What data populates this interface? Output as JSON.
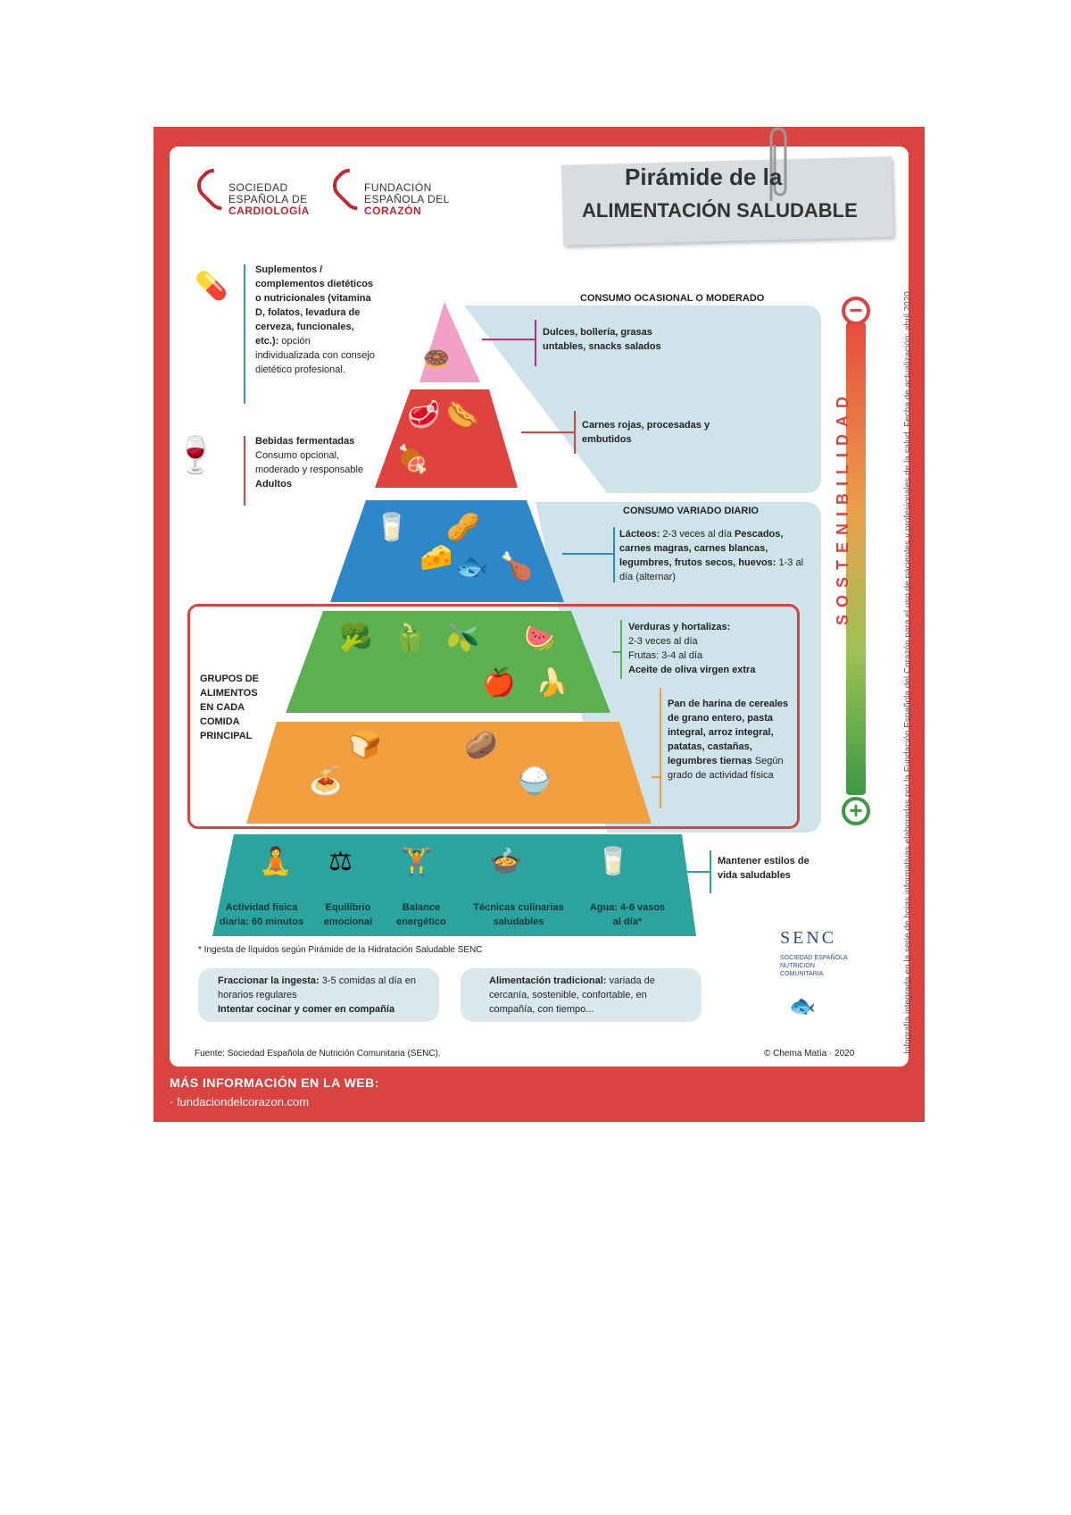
{
  "logos": {
    "sec": {
      "line1": "SOCIEDAD",
      "line2": "ESPAÑOLA DE",
      "line3": "CARDIOLOGÍA"
    },
    "fec": {
      "line1": "FUNDACIÓN",
      "line2": "ESPAÑOLA DEL",
      "line3": "CORAZÓN"
    }
  },
  "title": {
    "line1": "Pirámide de la",
    "line2": "ALIMENTACIÓN SALUDABLE"
  },
  "supplements": {
    "heading": "Suplementos / complementos dietéticos o nutricionales (vitamina D, folatos, levadura de cerveza, funcionales, etc.):",
    "body": "opción individualizada con consejo dietético profesional."
  },
  "fermented": {
    "heading": "Bebidas fermentadas",
    "body": "Consumo opcional, moderado y responsable",
    "adults": "Adultos"
  },
  "occasional": {
    "label": "CONSUMO OCASIONAL O MODERADO",
    "sweets": "Dulces, bollería, grasas untables, snacks salados",
    "meats": "Carnes rojas, procesadas y embutidos"
  },
  "daily": {
    "label": "CONSUMO VARIADO DIARIO",
    "dairy_bold": "Lácteos:",
    "dairy_text": "2-3 veces al día",
    "protein_bold": "Pescados, carnes magras, carnes blancas, legumbres, frutos secos,",
    "protein_eggs": "huevos:",
    "protein_text": "1-3 al día (alternar)"
  },
  "veg": {
    "line1": "Verduras y hortalizas:",
    "line2": "2-3 veces al día",
    "line3": "Frutas: 3-4 al día",
    "line4": "Aceite de oliva virgen extra"
  },
  "grains": {
    "bold": "Pan de harina de cereales de grano entero, pasta integral, arroz integral, patatas, castañas, legumbres tiernas",
    "text": "Según grado de actividad física"
  },
  "main_meal_label": "GRUPOS DE ALIMENTOS EN CADA COMIDA PRINCIPAL",
  "lifestyle": {
    "items": [
      {
        "line1": "Actividad física",
        "line2": "diaria: 60 minutos"
      },
      {
        "line1": "Equilibrio",
        "line2": "emocional"
      },
      {
        "line1": "Balance",
        "line2": "energético"
      },
      {
        "line1": "Técnicas culinarias",
        "line2": "saludables"
      },
      {
        "line1": "Agua: 4-6 vasos",
        "line2": "al día*"
      }
    ],
    "note": "Mantener estilos de vida saludables"
  },
  "footnote": "* Ingesta de líquidos según Pirámide de la Hidratación Saludable SENC",
  "tips": {
    "left_bold": "Fraccionar la ingesta:",
    "left_text": "3-5 comidas al día en horarios regulares",
    "left_bold2": "Intentar cocinar y comer en compañía",
    "right_bold": "Alimentación tradicional:",
    "right_text": "variada de cercanía, sostenible, confortable, en compañía, con tiempo..."
  },
  "senc": {
    "name": "SENC",
    "sub": "SOCIEDAD ESPAÑOLA NUTRICIÓN COMUNITARIA"
  },
  "source": "Fuente: Sociedad Española de Nutrición Comunitaria (SENC).",
  "credit": "© Chema Matía · 2020",
  "sustain": "SOSTENIBILIDAD",
  "side_note": "Infografía integrada en la serie de hojas informativas elaboradas por la Fundación Española del Corazón para el uso de pacientes y profesionales de la salud. Fecha de actualización: abril 2020.",
  "web": {
    "heading": "MÁS INFORMACIÓN EN LA WEB:",
    "url": "· fundaciondelcorazon.com"
  },
  "colors": {
    "frame": "#d94340",
    "panel": "#cfe3ea",
    "teal": "#2ba39e",
    "orange": "#f2a03f",
    "green": "#5db04f",
    "blue": "#2d87c9"
  }
}
